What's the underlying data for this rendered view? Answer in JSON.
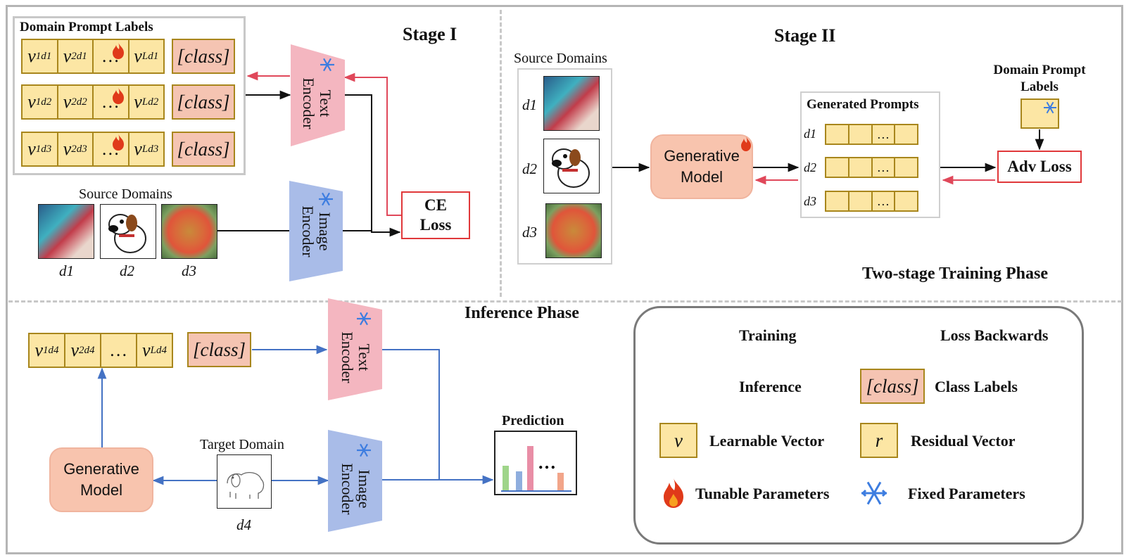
{
  "stage1": {
    "title": "Stage I",
    "domain_prompt_labels": "Domain Prompt Labels",
    "class_label": "[class]",
    "source_domains": "Source Domains",
    "domains": [
      "d1",
      "d2",
      "d3"
    ],
    "ce_loss": "CE\nLoss",
    "text_encoder": "Text\nEncoder",
    "image_encoder": "Image\nEncoder"
  },
  "stage2": {
    "title": "Stage II",
    "source_domains": "Source Domains",
    "domains": [
      "d1",
      "d2",
      "d3"
    ],
    "generative_model": "Generative\nModel",
    "generated_prompts": "Generated Prompts",
    "ellipsis": "…",
    "domain_prompt_labels": "Domain Prompt\nLabels",
    "adv_loss": "Adv Loss",
    "phase": "Two-stage Training Phase"
  },
  "inference": {
    "title": "Inference Phase",
    "class_label": "[class]",
    "text_encoder": "Text\nEncoder",
    "image_encoder": "Image\nEncoder",
    "generative_model": "Generative\nModel",
    "target_domain": "Target Domain",
    "target_id": "d4",
    "prediction": "Prediction",
    "ellipsis": "…"
  },
  "legend": {
    "training": "Training",
    "loss_backwards": "Loss Backwards",
    "inference": "Inference",
    "class_box": "[class]",
    "class_labels": "Class Labels",
    "v_symbol": "v",
    "learnable_vector": "Learnable Vector",
    "r_symbol": "r",
    "residual_vector": "Residual Vector",
    "tunable_parameters": "Tunable Parameters",
    "fixed_parameters": "Fixed Parameters"
  },
  "colors": {
    "training_arrow": "#111111",
    "loss_arrow": "#e0485a",
    "inference_arrow": "#4472c4",
    "text_encoder": "#f4b6c0",
    "image_encoder": "#a9bce8",
    "vector": "#fce6a4",
    "class": "#f5c4b2",
    "generative": "#f8c4ae",
    "snowflake": "#3d7de0",
    "flame": "#e03a1a"
  }
}
